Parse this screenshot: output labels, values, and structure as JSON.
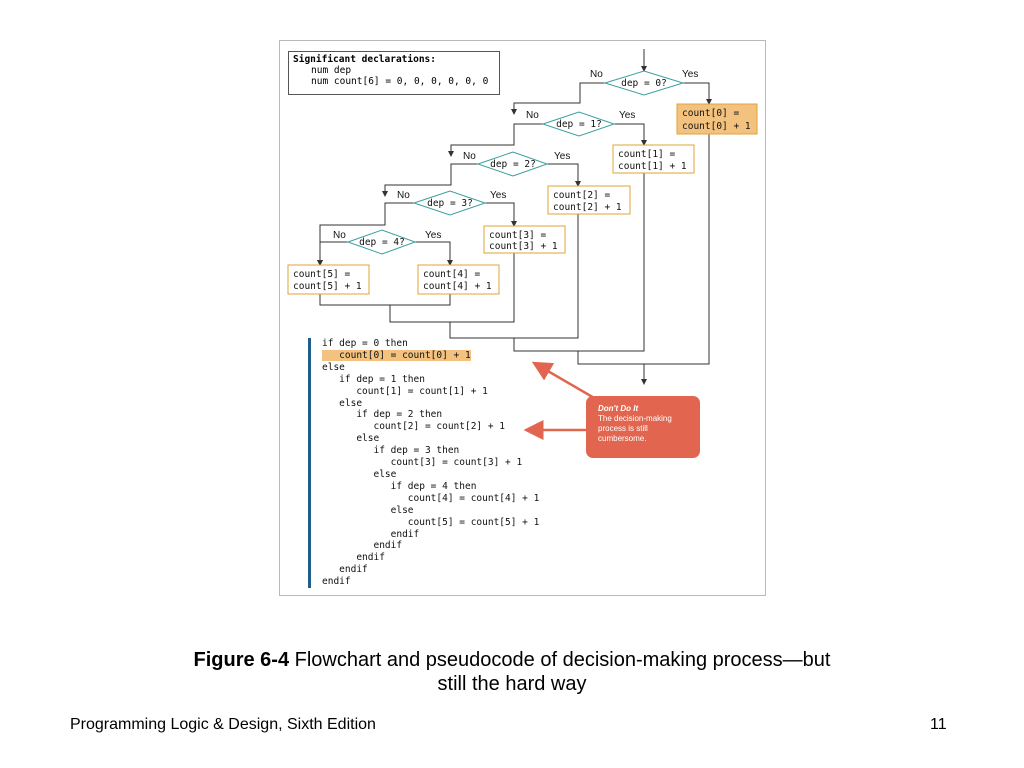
{
  "declarations": {
    "title": "Significant declarations:",
    "lines": [
      "num dep",
      "num count[6] = 0, 0, 0, 0, 0, 0"
    ]
  },
  "flowchart": {
    "decisions": [
      "dep = 0?",
      "dep = 1?",
      "dep = 2?",
      "dep = 3?",
      "dep = 4?"
    ],
    "no_label": "No",
    "yes_label": "Yes",
    "boxes": [
      [
        "count[0] =",
        "count[0] + 1"
      ],
      [
        "count[1] =",
        "count[1] + 1"
      ],
      [
        "count[2] =",
        "count[2] + 1"
      ],
      [
        "count[3] =",
        "count[3] + 1"
      ],
      [
        "count[4] =",
        "count[4] + 1"
      ],
      [
        "count[5] =",
        "count[5] + 1"
      ]
    ],
    "colors": {
      "highlight": "#f3c27f",
      "box_border": "#e0a33a",
      "decision_border": "#3a9ea0",
      "line": "#333333"
    }
  },
  "pseudocode": [
    "if dep = 0 then",
    "   count[0] = count[0] + 1",
    "else",
    "   if dep = 1 then",
    "      count[1] = count[1] + 1",
    "   else",
    "      if dep = 2 then",
    "         count[2] = count[2] + 1",
    "      else",
    "         if dep = 3 then",
    "            count[3] = count[3] + 1",
    "         else",
    "            if dep = 4 then",
    "               count[4] = count[4] + 1",
    "            else",
    "               count[5] = count[5] + 1",
    "            endif",
    "         endif",
    "      endif",
    "   endif",
    "endif"
  ],
  "callout": {
    "title": "Don't Do It",
    "body": [
      "The decision-making",
      "process is still",
      "cumbersome."
    ],
    "color": "#e2664f"
  },
  "caption": {
    "label": "Figure 6-4",
    "text_line1": " Flowchart and pseudocode of decision-making process—but",
    "text_line2": "still the hard way"
  },
  "footer": {
    "left": "Programming Logic & Design, Sixth Edition",
    "page": "11"
  }
}
